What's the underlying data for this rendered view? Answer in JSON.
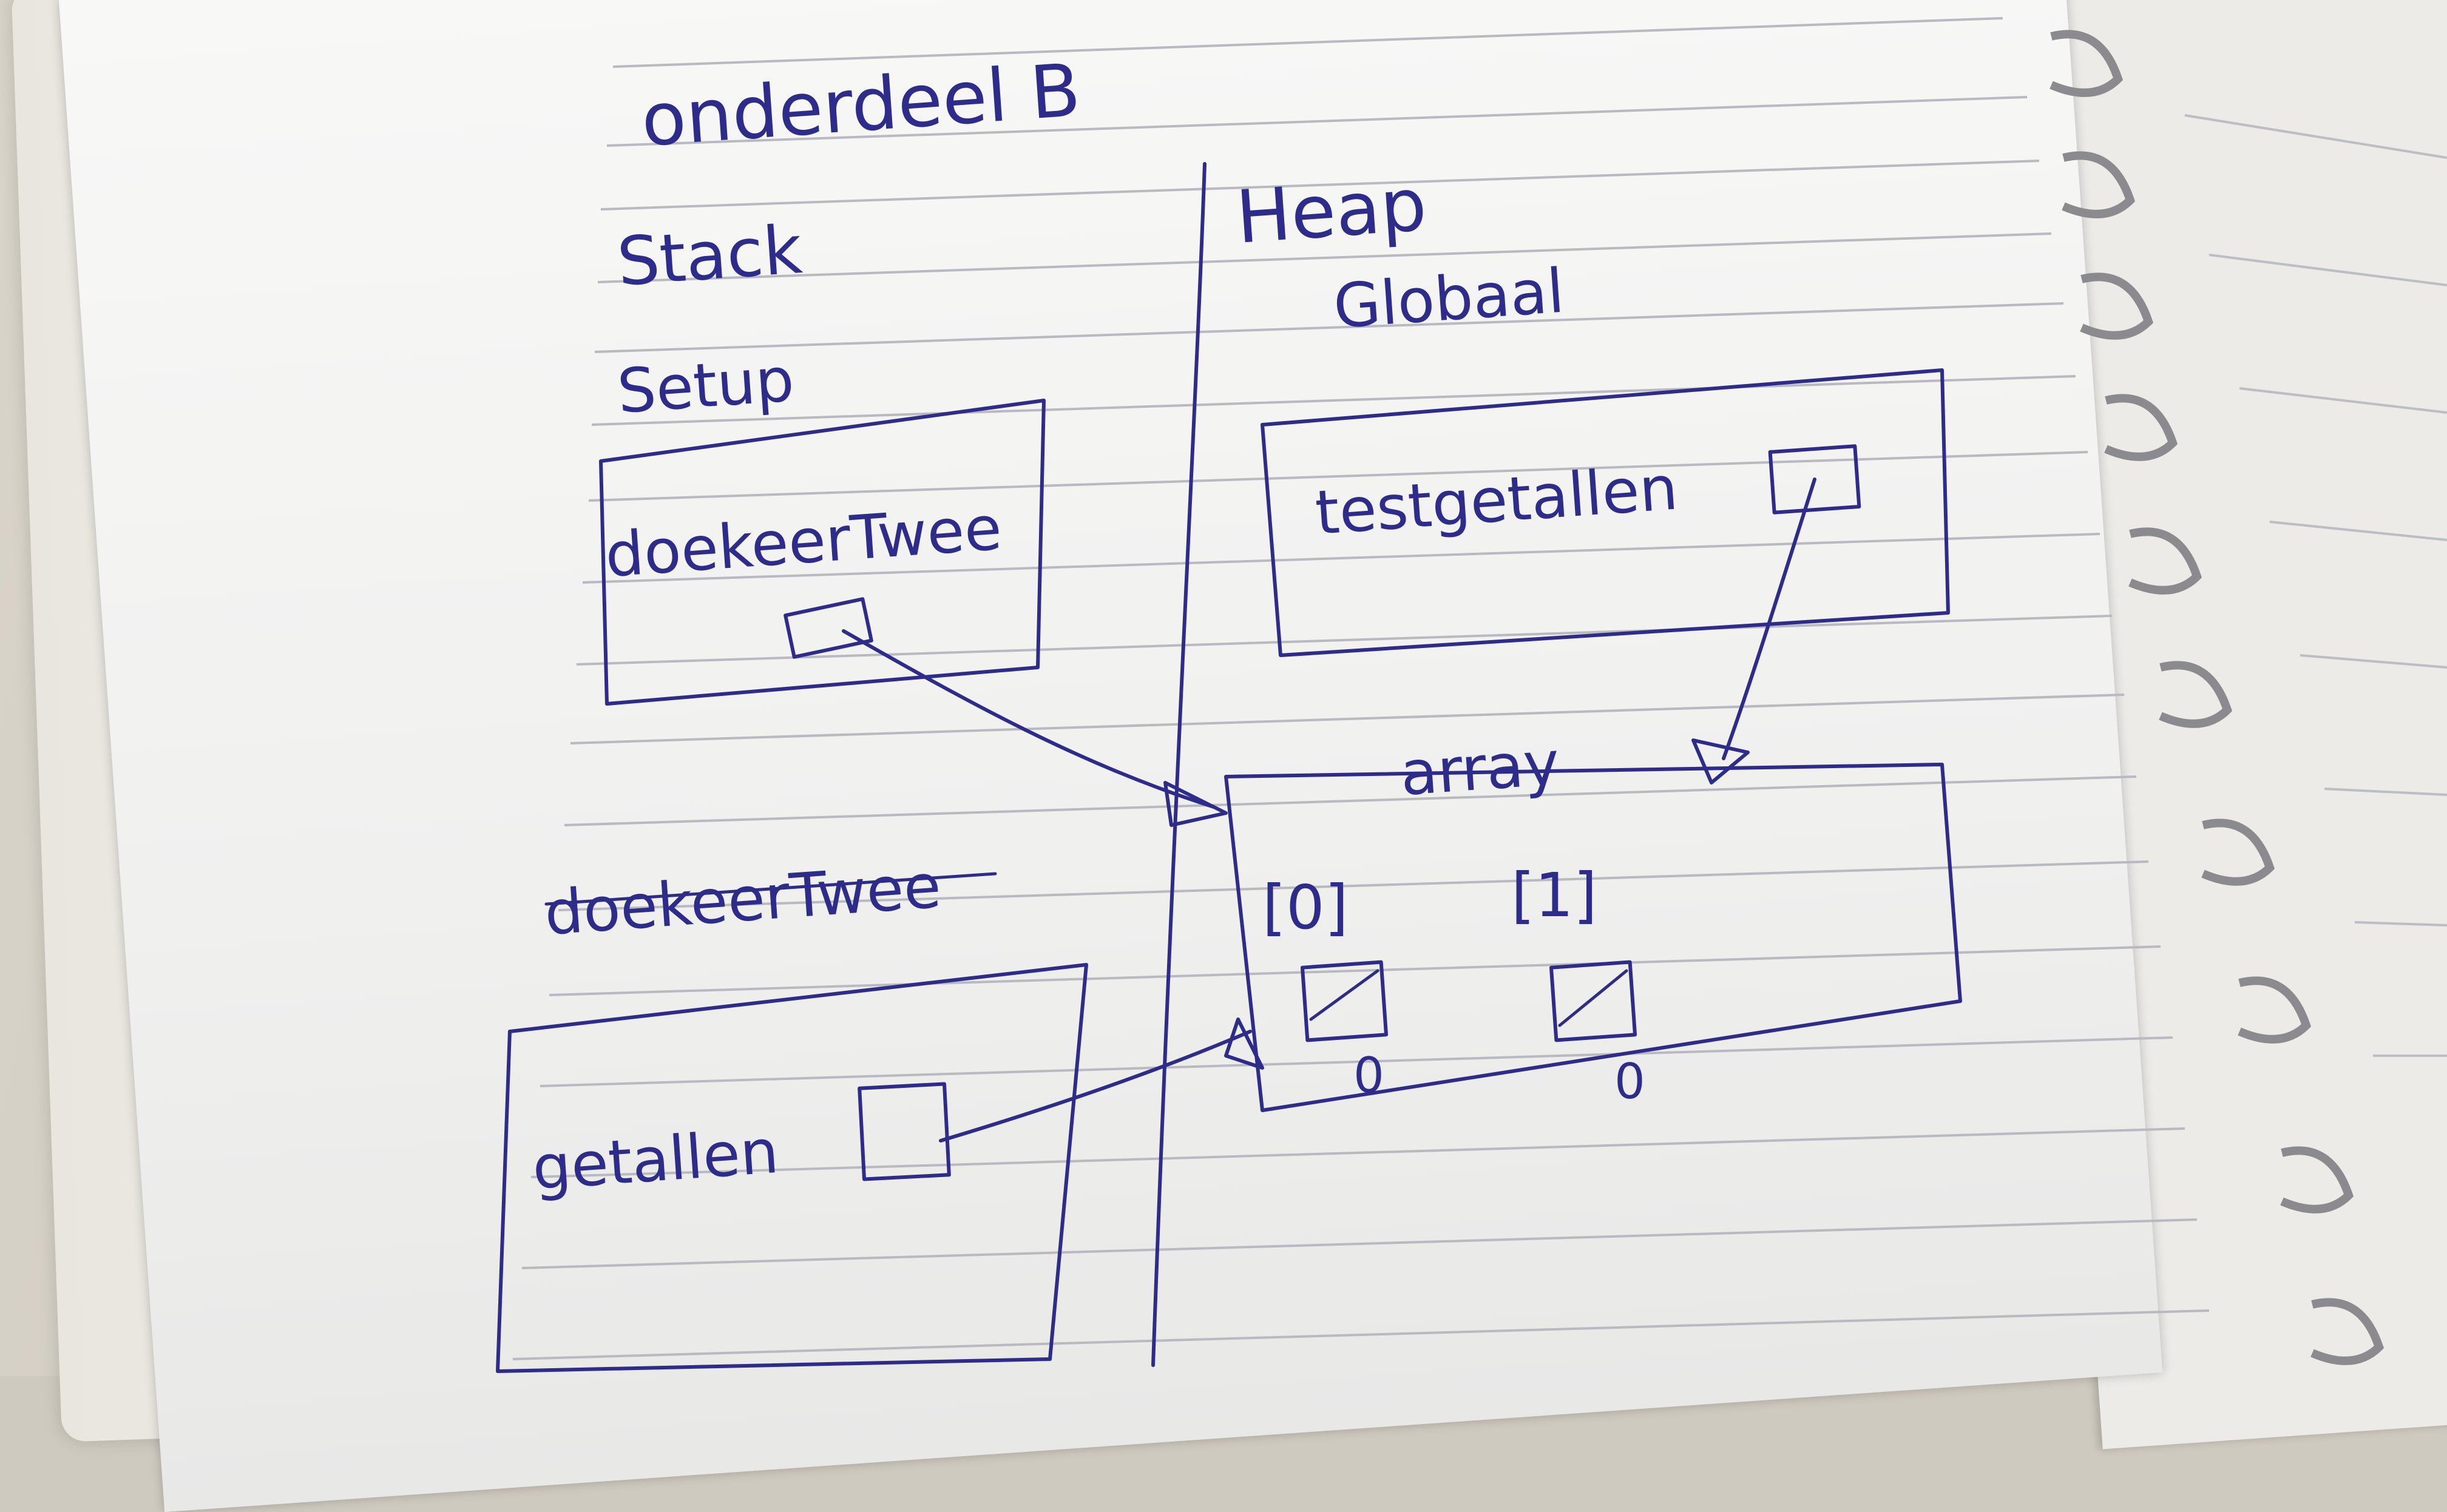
{
  "notebook": {
    "ink_color": "#2e2c8a",
    "paper_color": "#f4f4f3",
    "rule_color": "#b9b9c2",
    "title": "onderdeel B",
    "stack_label": "Stack",
    "heap_label": "Heap",
    "global_label": "Globaal",
    "setup_label": "Setup",
    "frame_setup_var": "doekeerTwee",
    "global_var": "testgetallen",
    "array_label": "array",
    "index_0": "[0]",
    "index_1": "[1]",
    "cell_0_value": "0",
    "cell_1_value": "0",
    "frame2_label": "doekeerTwee",
    "frame2_var": "getallen"
  }
}
